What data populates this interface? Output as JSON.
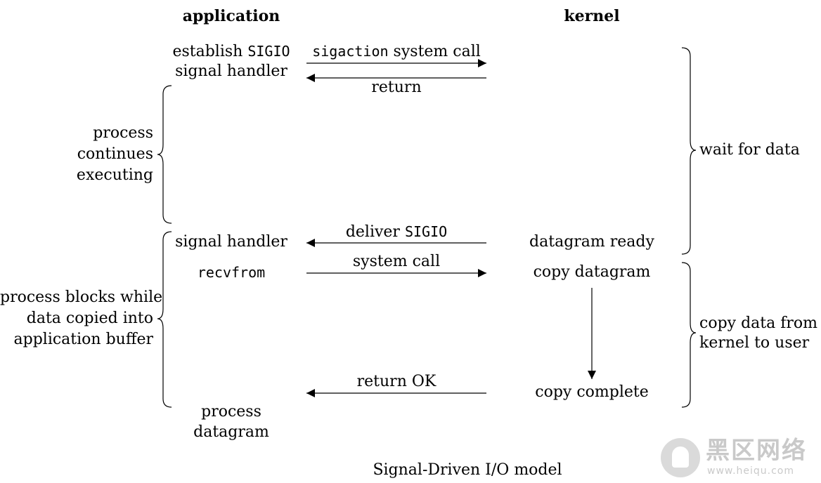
{
  "headers": {
    "application": "application",
    "kernel": "kernel"
  },
  "app": {
    "establish_pre": "establish ",
    "establish_code": "SIGIO",
    "establish_post": "signal handler",
    "process_continues": [
      "process",
      "continues",
      "executing"
    ],
    "signal_handler": "signal handler",
    "recvfrom": "recvfrom",
    "process_blocks": [
      "process blocks while",
      "data copied into",
      "application buffer"
    ],
    "process_datagram": [
      "process",
      "datagram"
    ]
  },
  "arrows": {
    "sigaction_code": "sigaction",
    "sigaction_text": " system call",
    "return": "return",
    "deliver_pre": "deliver ",
    "deliver_code": "SIGIO",
    "system_call": "system call",
    "return_ok": "return OK"
  },
  "kernel": {
    "datagram_ready": "datagram ready",
    "copy_datagram": "copy datagram",
    "copy_complete": "copy complete",
    "wait_for_data": "wait for data",
    "copy_data": [
      "copy data from",
      "kernel to user"
    ]
  },
  "caption": "Signal-Driven I/O model",
  "watermark": {
    "title": "黑区网络",
    "url": "www.heiqu.com"
  }
}
